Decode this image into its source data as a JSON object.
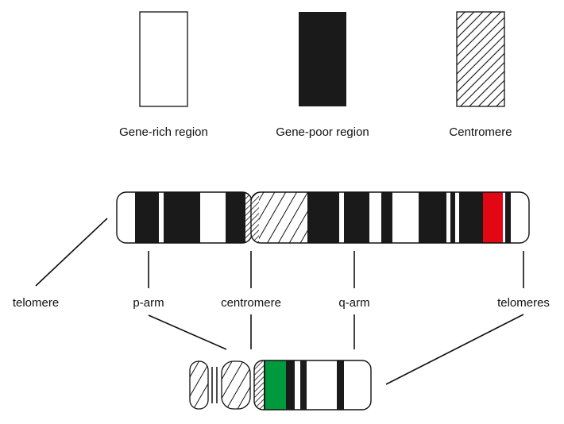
{
  "legend": [
    {
      "label": "Gene-rich region",
      "fill": "white"
    },
    {
      "label": "Gene-poor region",
      "fill": "black"
    },
    {
      "label": "Centromere",
      "fill": "hatched"
    }
  ],
  "labels": {
    "telomere": "telomere",
    "p_arm": "p-arm",
    "centromere": "centromere",
    "q_arm": "q-arm",
    "telomeres": "telomeres"
  },
  "colors": {
    "band_dark": "#1a1a1a",
    "band_light": "#ffffff",
    "highlight_red": "#e30613",
    "highlight_green": "#009a3e",
    "outline": "#111111"
  }
}
